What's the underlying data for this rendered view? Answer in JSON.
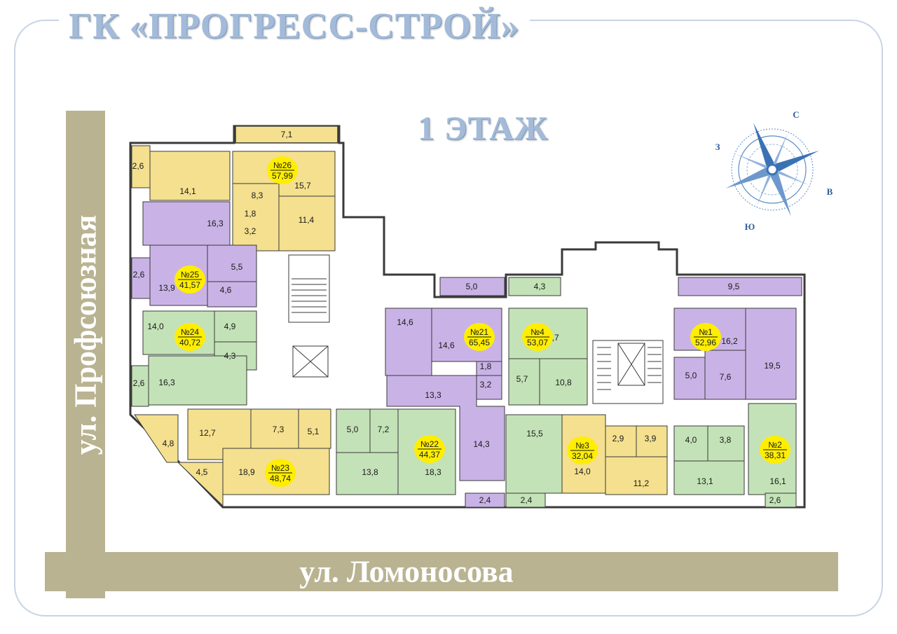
{
  "header": {
    "title": "ГК «ПРОГРЕСС-СТРОЙ»",
    "floor": "1 ЭТАЖ"
  },
  "streets": {
    "vertical": "ул. Профсоюзная",
    "horizontal": "ул. Ломоносова"
  },
  "compass": {
    "north": "С",
    "east": "В",
    "south": "Ю",
    "west": "З"
  },
  "colors": {
    "yellow": "#f4e08e",
    "purple": "#c9b3e6",
    "green": "#c4e2b8",
    "marker": "#ffee00",
    "wall": "#3a3a3a",
    "street": "#b9b391",
    "title": "#a3bbd9"
  },
  "apartments": [
    {
      "number": "№26",
      "area": "57,99",
      "color": "yellow"
    },
    {
      "number": "№25",
      "area": "41,57",
      "color": "purple"
    },
    {
      "number": "№24",
      "area": "40,72",
      "color": "green"
    },
    {
      "number": "№23",
      "area": "48,74",
      "color": "yellow"
    },
    {
      "number": "№22",
      "area": "44,37",
      "color": "green"
    },
    {
      "number": "№21",
      "area": "65,45",
      "color": "purple"
    },
    {
      "number": "№4",
      "area": "53,07",
      "color": "green"
    },
    {
      "number": "№3",
      "area": "32,04",
      "color": "yellow"
    },
    {
      "number": "№1",
      "area": "52,96",
      "color": "purple"
    },
    {
      "number": "№2",
      "area": "38,31",
      "color": "green"
    }
  ],
  "room_areas": [
    "7,1",
    "2,6",
    "14,1",
    "8,3",
    "15,7",
    "11,4",
    "16,3",
    "1,8",
    "3,2",
    "5,5",
    "2,6",
    "13,9",
    "4,6",
    "14,0",
    "4,9",
    "4,3",
    "2,6",
    "16,3",
    "12,7",
    "7,3",
    "5,1",
    "4,8",
    "18,9",
    "4,5",
    "5,0",
    "7,2",
    "13,8",
    "18,3",
    "5,0",
    "14,6",
    "14,6",
    "1,8",
    "3,2",
    "13,3",
    "14,3",
    "2,4",
    "4,3",
    "17,7",
    "5,7",
    "10,8",
    "15,5",
    "2,4",
    "14,0",
    "2,9",
    "3,9",
    "11,2",
    "9,5",
    "16,2",
    "19,5",
    "5,0",
    "7,6",
    "4,0",
    "3,8",
    "13,1",
    "16,1",
    "2,6"
  ]
}
